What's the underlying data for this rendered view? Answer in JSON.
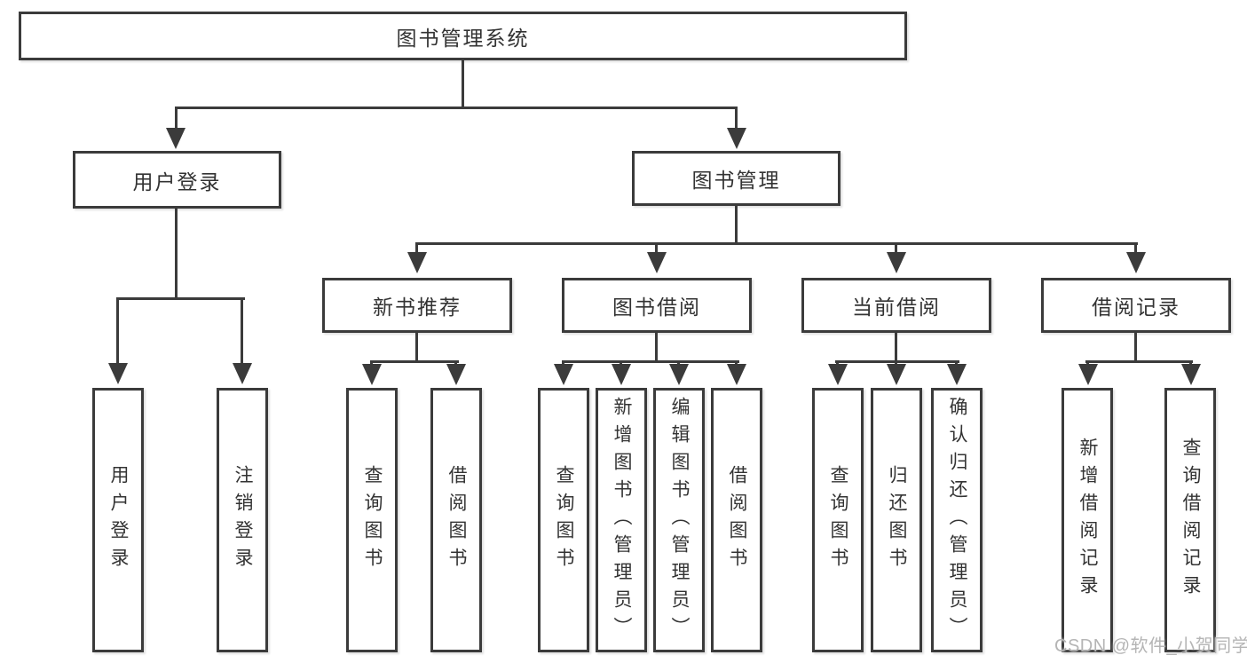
{
  "diagram": {
    "type": "hierarchy-tree",
    "root": {
      "label": "图书管理系统"
    },
    "level1": [
      {
        "id": "user-login",
        "label": "用户登录"
      },
      {
        "id": "book-management",
        "label": "图书管理"
      }
    ],
    "level2": [
      {
        "id": "new-book-recommend",
        "parent": "图书管理",
        "label": "新书推荐"
      },
      {
        "id": "book-borrow",
        "parent": "图书管理",
        "label": "图书借阅"
      },
      {
        "id": "current-borrow",
        "parent": "图书管理",
        "label": "当前借阅"
      },
      {
        "id": "borrow-records",
        "parent": "图书管理",
        "label": "借阅记录"
      }
    ],
    "leaves": [
      {
        "parent": "用户登录",
        "label": "用户登录"
      },
      {
        "parent": "用户登录",
        "label": "注销登录"
      },
      {
        "parent": "新书推荐",
        "label": "查询图书"
      },
      {
        "parent": "新书推荐",
        "label": "借阅图书"
      },
      {
        "parent": "图书借阅",
        "label": "查询图书"
      },
      {
        "parent": "图书借阅",
        "label": "新增图书（管理员）"
      },
      {
        "parent": "图书借阅",
        "label": "编辑图书（管理员）"
      },
      {
        "parent": "图书借阅",
        "label": "借阅图书"
      },
      {
        "parent": "当前借阅",
        "label": "查询图书"
      },
      {
        "parent": "当前借阅",
        "label": "归还图书"
      },
      {
        "parent": "当前借阅",
        "label": "确认归还（管理员）"
      },
      {
        "parent": "借阅记录",
        "label": "新增借阅记录"
      },
      {
        "parent": "借阅记录",
        "label": "查询借阅记录"
      }
    ],
    "watermark": "CSDN @软件_小贺同学",
    "colors": {
      "line": "#3b3b3b",
      "text": "#333333",
      "watermark": "#b5b5b5",
      "background": "#ffffff"
    }
  }
}
